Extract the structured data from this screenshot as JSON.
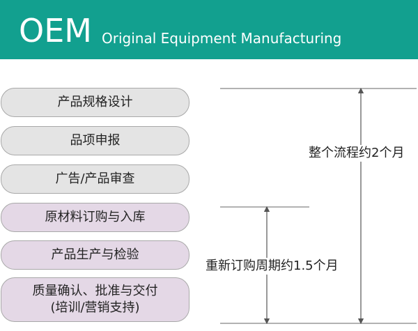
{
  "header": {
    "title": "OEM",
    "subtitle": "Original Equipment Manufacturing",
    "background": "#12a08f"
  },
  "steps": [
    {
      "label": "产品规格设计",
      "color": "gray"
    },
    {
      "label": "品项申报",
      "color": "gray"
    },
    {
      "label": "广告/产品审查",
      "color": "gray"
    },
    {
      "label": "原材料订购与入库",
      "color": "purple"
    },
    {
      "label": "产品生产与检验",
      "color": "purple"
    },
    {
      "label": "质量确认、批准与交付\n(培训/营销支持)",
      "color": "purple"
    }
  ],
  "durations": {
    "total": "整个流程约2个月",
    "reorder": "重新订购周期约1.5个月"
  },
  "colors": {
    "gray_box": "#e4e4e4",
    "purple_box": "#e4d8e6",
    "line": "#555555"
  }
}
